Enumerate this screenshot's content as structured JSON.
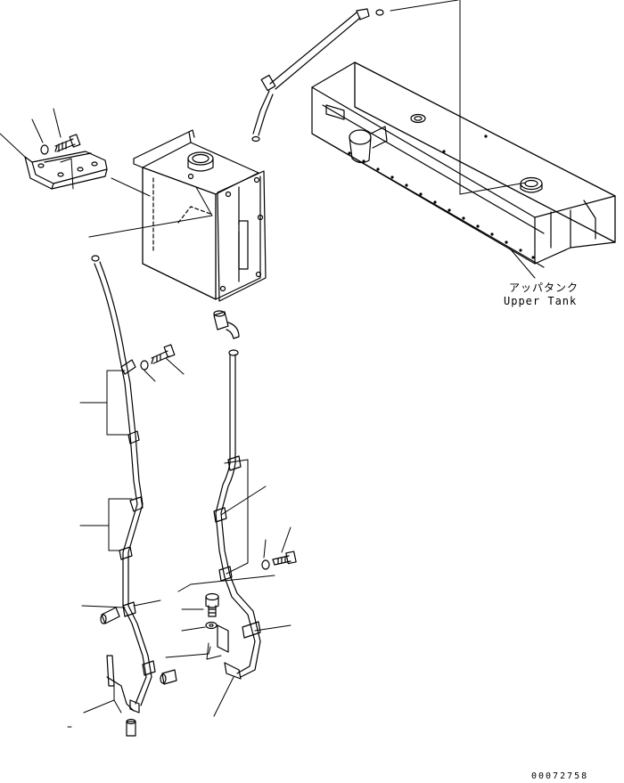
{
  "labels": {
    "upper_tank_jp": "アッパタンク",
    "upper_tank_en": "Upper Tank"
  },
  "drawing_number": "00072758"
}
